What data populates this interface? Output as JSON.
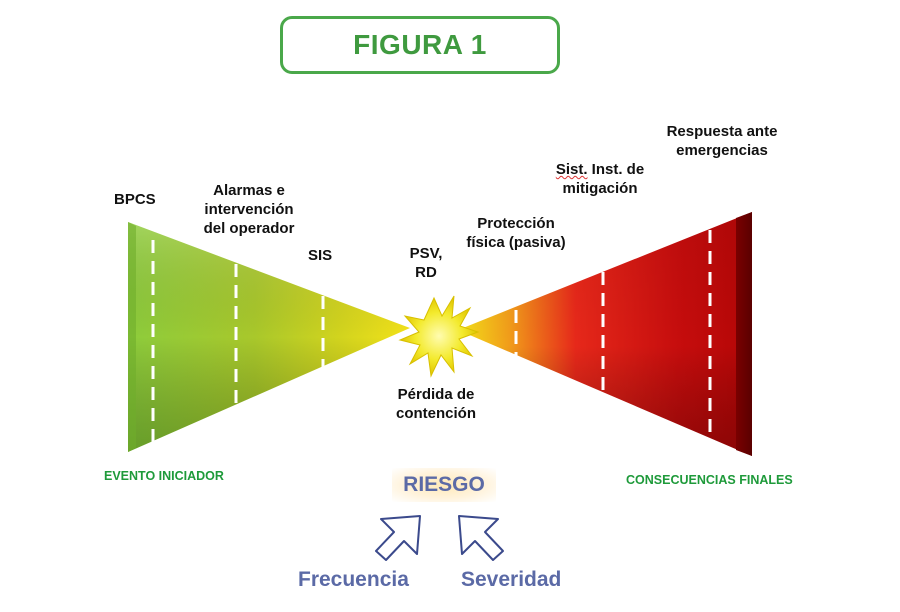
{
  "title": "FIGURA 1",
  "labels": {
    "bpcs": "BPCS",
    "alarmas_1": "Alarmas e",
    "alarmas_2": "intervención",
    "alarmas_3": "del operador",
    "sis": "SIS",
    "psv_1": "PSV,",
    "psv_2": "RD",
    "perdida_1": "Pérdida de",
    "perdida_2": "contención",
    "proteccion_1": "Protección",
    "proteccion_2": "física (pasiva)",
    "sist_1a": "Sist.",
    "sist_1b": " Inst. de",
    "sist_2": "mitigación",
    "respuesta_1": "Respuesta ante",
    "respuesta_2": "emergencias"
  },
  "evento_iniciador": "EVENTO INICIADOR",
  "consecuencias_finales": "CONSECUENCIAS FINALES",
  "riesgo": "RIESGO",
  "frecuencia": "Frecuencia",
  "severidad": "Severidad",
  "colors": {
    "title_green": "#3f9a3f",
    "left_light_green": "#8dcc3c",
    "left_dark_green": "#3f8f1e",
    "center_yellow": "#f3e219",
    "right_red": "#e6201a",
    "right_dark_red": "#6e0000",
    "blue_text": "#5b6aa6",
    "green_text": "#1e9a3a"
  }
}
